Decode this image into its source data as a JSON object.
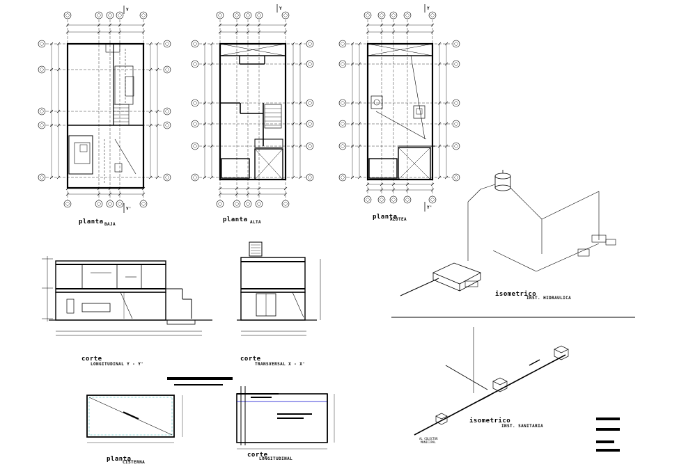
{
  "drawings": {
    "planta_baja": {
      "title": "planta",
      "subtitle": "BAJA"
    },
    "planta_alta": {
      "title": "planta",
      "subtitle": "ALTA"
    },
    "planta_azotea": {
      "title": "planta",
      "subtitle": "AZOTEA"
    },
    "isometrico_hidraulico": {
      "title": "isometrico",
      "subtitle": "INST. HIDRAULICA"
    },
    "corte_longitudinal": {
      "title": "corte",
      "subtitle": "LONGITUDINAL Y - Y'"
    },
    "corte_transversal": {
      "title": "corte",
      "subtitle": "TRANSVERSAL X - X'"
    },
    "isometrico_sanitario": {
      "title": "isometrico",
      "subtitle": "INST. SANITARIA",
      "note_line1": "AL COLECTOR",
      "note_line2": "MUNICIPAL"
    },
    "planta_cisterna": {
      "title": "planta",
      "subtitle": "CISTERNA"
    },
    "corte_cisterna": {
      "title": "corte",
      "subtitle": "LONGITUDINAL"
    }
  },
  "section_markers": {
    "y": "Y",
    "y_prime": "Y'"
  }
}
